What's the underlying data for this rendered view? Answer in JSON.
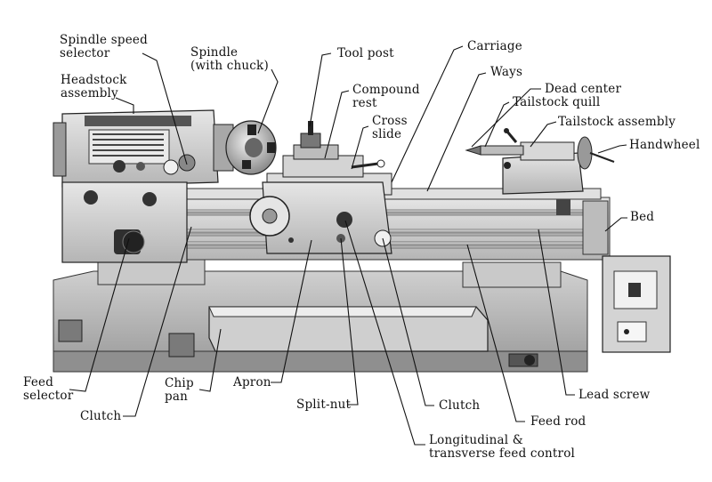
{
  "diagram": {
    "subject": "Engine lathe",
    "labels": [
      {
        "id": "spindle-speed-selector",
        "text": "Spindle speed\nselector"
      },
      {
        "id": "spindle",
        "text": "Spindle\n(with chuck)"
      },
      {
        "id": "tool-post",
        "text": "Tool post"
      },
      {
        "id": "carriage",
        "text": "Carriage"
      },
      {
        "id": "headstock-assembly",
        "text": "Headstock\nassembly"
      },
      {
        "id": "compound-rest",
        "text": "Compound\nrest"
      },
      {
        "id": "ways",
        "text": "Ways"
      },
      {
        "id": "dead-center",
        "text": "Dead center"
      },
      {
        "id": "tailstock-quill",
        "text": "Tailstock quill"
      },
      {
        "id": "cross-slide",
        "text": "Cross\nslide"
      },
      {
        "id": "tailstock-assembly",
        "text": "Tailstock assembly"
      },
      {
        "id": "handwheel",
        "text": "Handwheel"
      },
      {
        "id": "bed",
        "text": "Bed"
      },
      {
        "id": "feed-selector",
        "text": "Feed\nselector"
      },
      {
        "id": "chip-pan",
        "text": "Chip\npan"
      },
      {
        "id": "apron",
        "text": "Apron"
      },
      {
        "id": "clutch-left",
        "text": "Clutch"
      },
      {
        "id": "split-nut",
        "text": "Split-nut"
      },
      {
        "id": "clutch-right",
        "text": "Clutch"
      },
      {
        "id": "lead-screw",
        "text": "Lead screw"
      },
      {
        "id": "feed-rod",
        "text": "Feed rod"
      },
      {
        "id": "feed-control",
        "text": "Longitudinal &\ntransverse feed control"
      }
    ]
  },
  "colors": {
    "ink": "#111111",
    "machine_light": "#d9d9d9",
    "machine_mid": "#bdbdbd",
    "machine_dark": "#8c8c8c",
    "shadow": "#3a3a3a"
  }
}
